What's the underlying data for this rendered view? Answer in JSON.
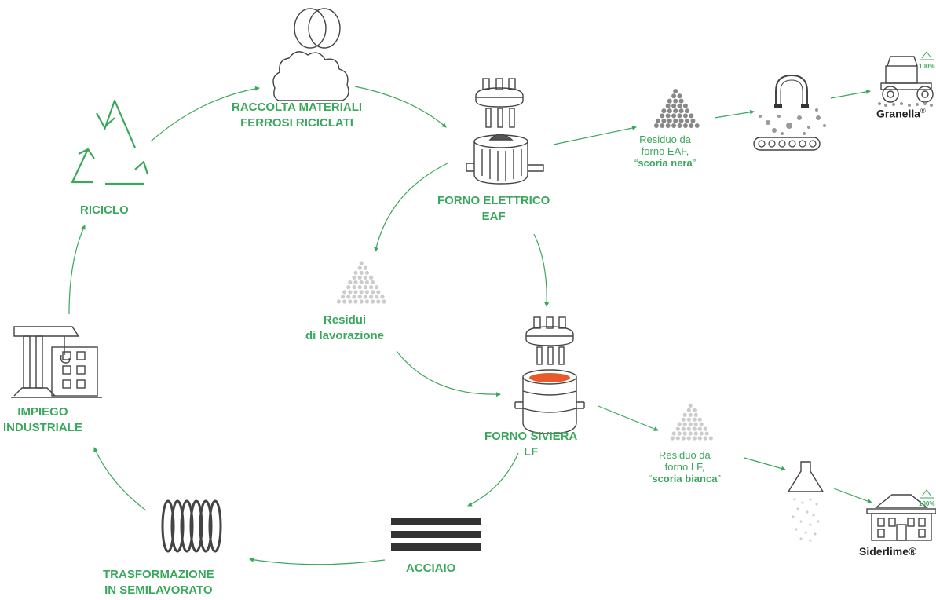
{
  "colors": {
    "accent": "#3aa85c",
    "icon_stroke": "#444444",
    "molten": "#e85a2a",
    "dots_dark": "#888888",
    "dots_light": "#cccccc"
  },
  "nodes": {
    "raccolta": {
      "line1": "RACCOLTA MATERIALI",
      "line2": "FERROSI RICICLATI",
      "icon": "scrap-cloud-icon"
    },
    "forno_eaf": {
      "line1": "FORNO ELETTRICO",
      "line2": "EAF",
      "icon": "electric-furnace-icon"
    },
    "forno_lf": {
      "line1": "FORNO SIVIERA",
      "line2": "LF",
      "icon": "ladle-furnace-icon"
    },
    "acciaio": {
      "label": "ACCIAIO",
      "icon": "steel-bars-icon"
    },
    "trasformazione": {
      "line1": "TRASFORMAZIONE",
      "line2": "IN SEMILAVORATO",
      "icon": "coil-icon"
    },
    "impiego": {
      "line1": "IMPIEGO",
      "line2": "INDUSTRIALE",
      "icon": "industrial-building-icon"
    },
    "riciclo": {
      "label": "RICICLO",
      "icon": "recycle-icon"
    },
    "residui": {
      "line1": "Residui",
      "line2": "di lavorazione",
      "icon": "residue-pile-icon"
    }
  },
  "residuo_eaf": {
    "line1": "Residuo da",
    "line2": "forno EAF,",
    "open_quote": "“",
    "bold": "scoria nera",
    "close_quote": "”"
  },
  "residuo_lf": {
    "line1": "Residuo da",
    "line2": "forno LF,",
    "open_quote": "“",
    "bold": "scoria bianca",
    "close_quote": "”"
  },
  "products": {
    "granella": {
      "name": "Granella",
      "mark": "®",
      "badge": "100%",
      "icon": "road-roller-icon"
    },
    "siderlime": {
      "name": "Siderlime®",
      "badge": "100%",
      "icon": "plant-building-icon"
    }
  }
}
